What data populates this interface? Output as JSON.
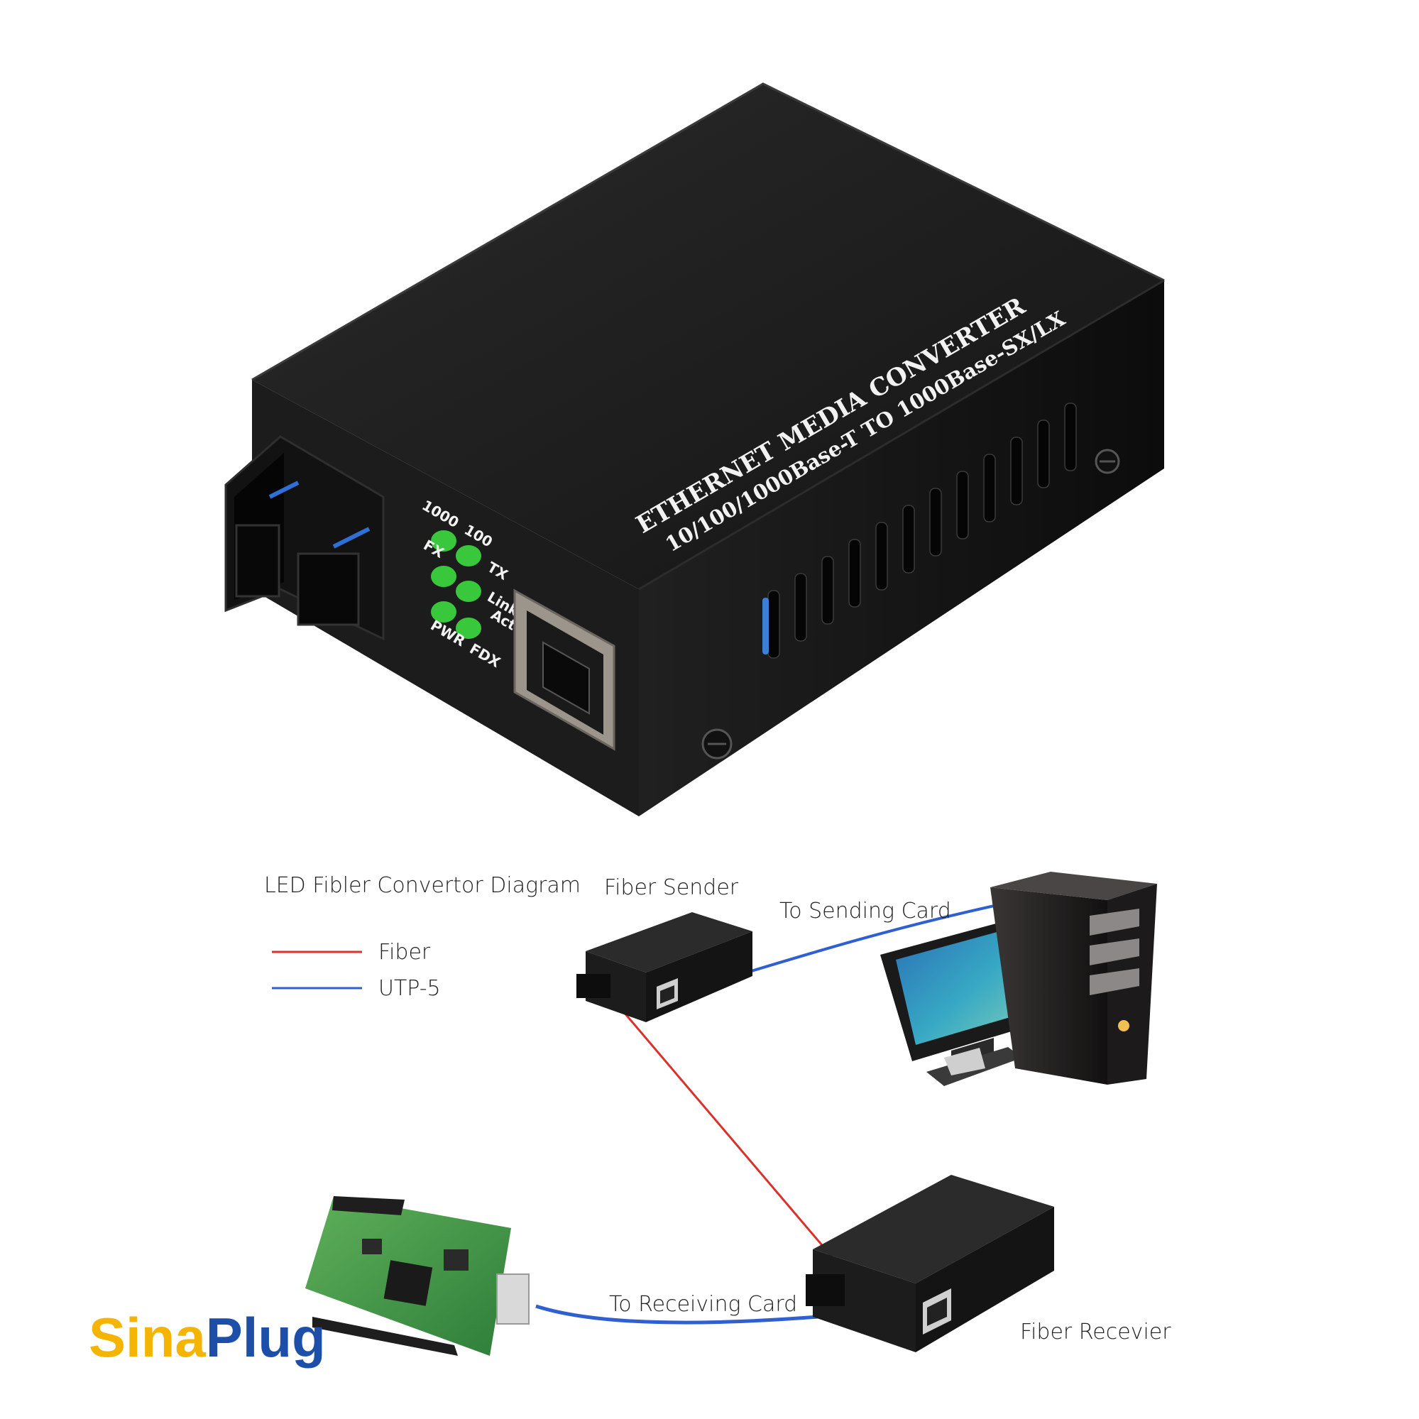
{
  "device": {
    "title_line": "ETHERNET MEDIA CONVERTER",
    "spec_line": "10/100/1000Base-T TO 1000Base-SX/LX",
    "led_labels": {
      "speed_1000": "1000",
      "speed_100": "100",
      "fx": "FX",
      "tx": "TX",
      "link": "Link",
      "act": "Act",
      "pwr": "PWR",
      "fdx": "FDX"
    }
  },
  "diagram": {
    "title": "LED Fibler Convertor Diagram",
    "legend": [
      {
        "name": "Fiber",
        "color": "#d9312b"
      },
      {
        "name": "UTP-5",
        "color": "#2f5fd0"
      }
    ],
    "labels": {
      "sender": "Fiber Sender",
      "to_sending_card": "To Sending Card",
      "to_receiving_card": "To Receiving Card",
      "receiver": "Fiber Recevier"
    }
  },
  "logo": {
    "part1": "Sina",
    "part2": "Plug",
    "color1": "#f5b400",
    "color2": "#1d4fa8"
  },
  "colors": {
    "fiber": "#d9312b",
    "utp": "#2f5fd0",
    "led_green": "#39c83c",
    "device_black": "#1b1b1b"
  }
}
